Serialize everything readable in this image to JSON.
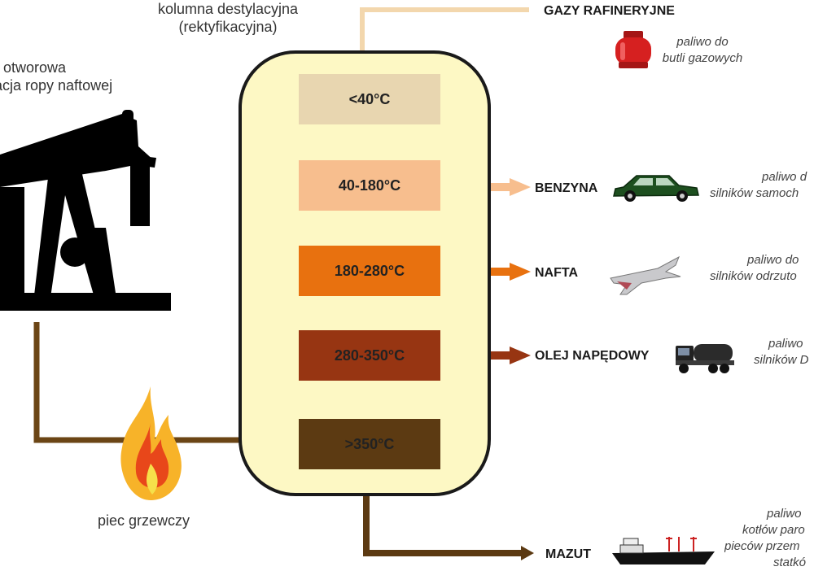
{
  "title": {
    "line1": "kolumna destylacyjna",
    "line2": "(rektyfikacyjna)"
  },
  "pump": {
    "line1": "otworowa",
    "line2": "tacja ropy naftowej"
  },
  "furnace": {
    "label": "piec grzewczy"
  },
  "fractions": [
    {
      "temp": "<40°C",
      "product": "GAZY RAFINERYJNE",
      "use": [
        "paliwo do",
        "butli gazowych"
      ],
      "color": "#e8d6b0",
      "text_color": "#1a1a1a",
      "icon": "gas-cylinder-icon"
    },
    {
      "temp": "40-180°C",
      "product": "BENZYNA",
      "use": [
        "paliwo d",
        "silników samoch"
      ],
      "color": "#f7be8e",
      "text_color": "#1a1a1a",
      "icon": "car-icon"
    },
    {
      "temp": "180-280°C",
      "product": "NAFTA",
      "use": [
        "paliwo do",
        "silników odrzuto"
      ],
      "color": "#e8710f",
      "text_color": "#1a1a1a",
      "icon": "jet-plane-icon"
    },
    {
      "temp": "280-350°C",
      "product": "OLEJ NAPĘDOWY",
      "use": [
        "paliwo",
        "silników D"
      ],
      "color": "#973512",
      "text_color": "#1a1a1a",
      "icon": "truck-icon"
    },
    {
      "temp": ">350°C",
      "product": "MAZUT",
      "use": [
        "paliwo",
        "kotłów paro",
        "pieców przem",
        "statkó"
      ],
      "color": "#5c3a12",
      "text_color": "#1a1a1a",
      "icon": "ship-icon"
    }
  ]
}
